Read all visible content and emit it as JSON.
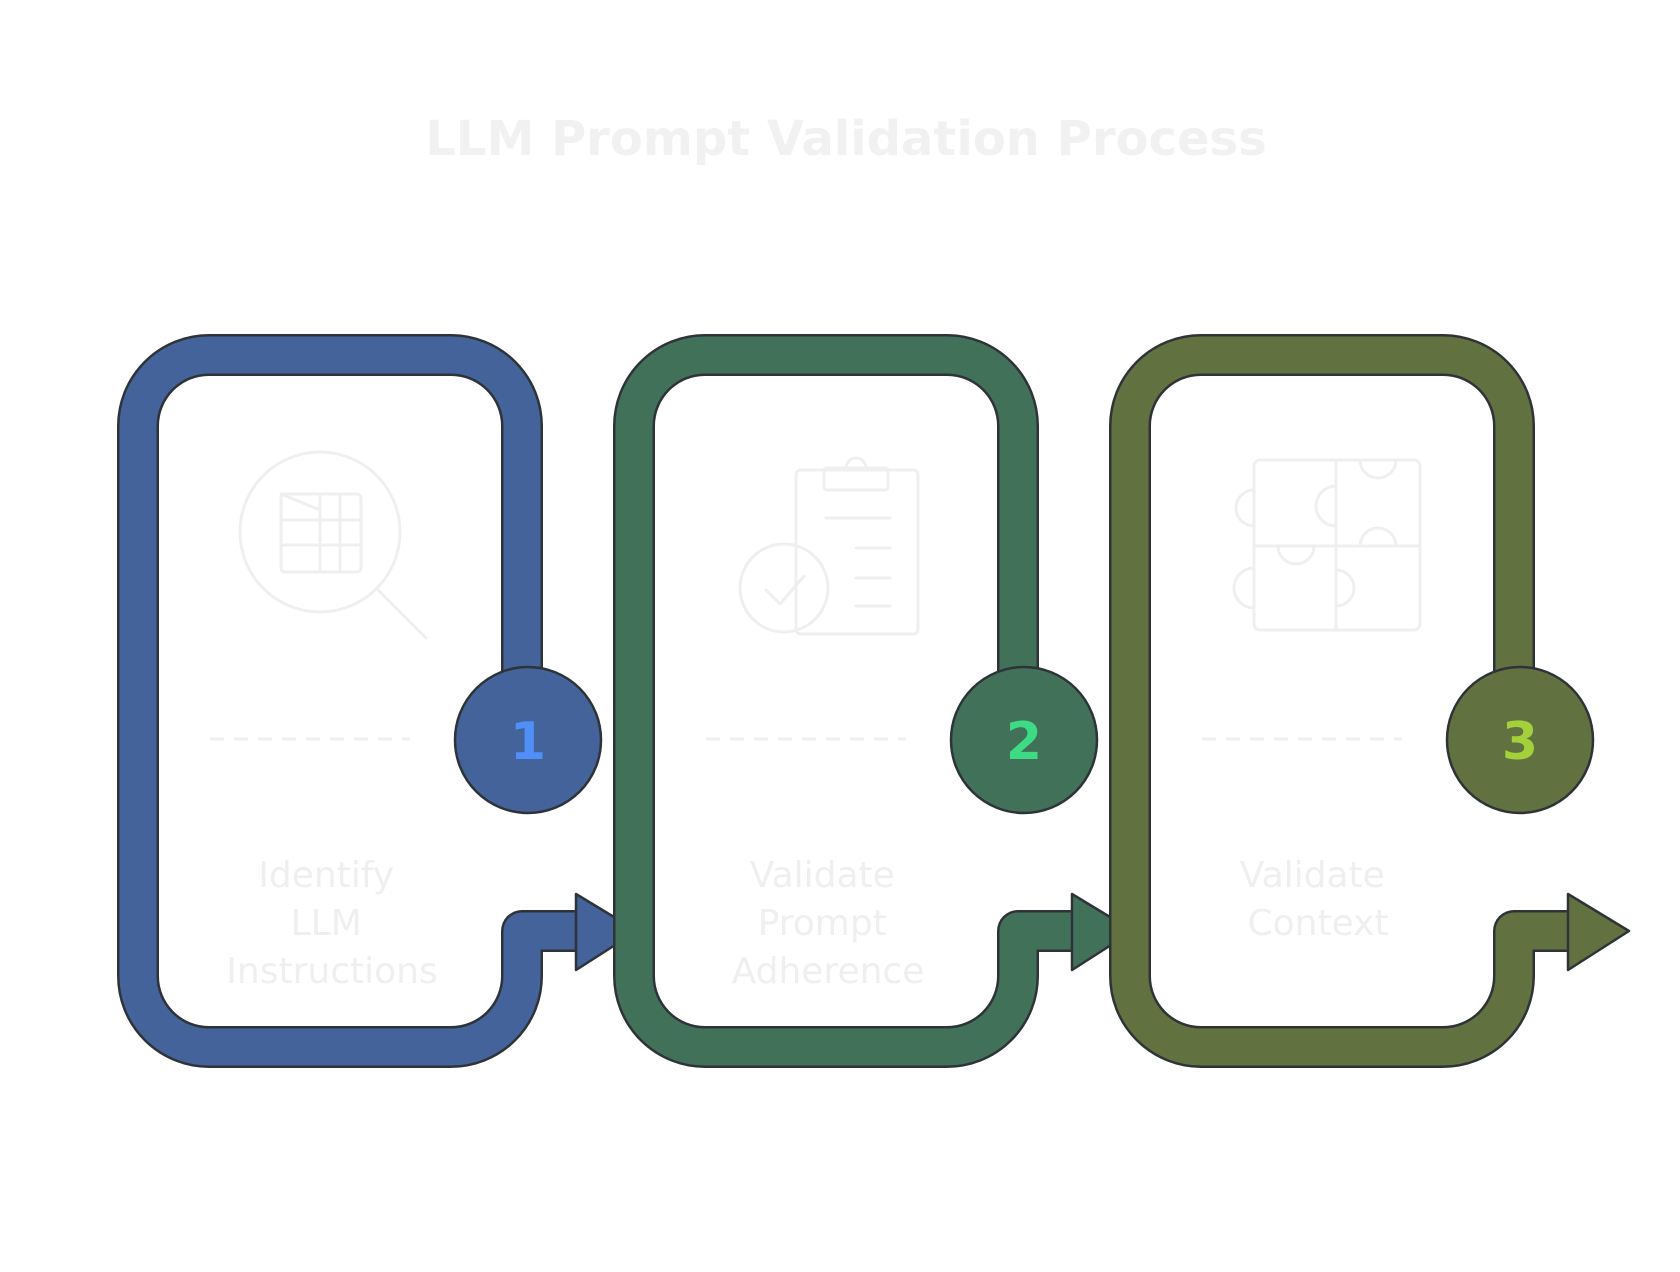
{
  "title": "LLM Prompt Validation Process",
  "steps": [
    {
      "number": "1",
      "label_lines": [
        "Identify",
        "LLM",
        "Instructions"
      ],
      "icon": "magnifier-document-icon",
      "color": "#43639a",
      "number_color": "#4f8ff7"
    },
    {
      "number": "2",
      "label_lines": [
        "Validate",
        "Prompt",
        "Adherence"
      ],
      "icon": "clipboard-check-icon",
      "color": "#417259",
      "number_color": "#3ddc84"
    },
    {
      "number": "3",
      "label_lines": [
        "Validate",
        "Context"
      ],
      "icon": "puzzle-icon",
      "color": "#627140",
      "number_color": "#a3d13b"
    }
  ]
}
